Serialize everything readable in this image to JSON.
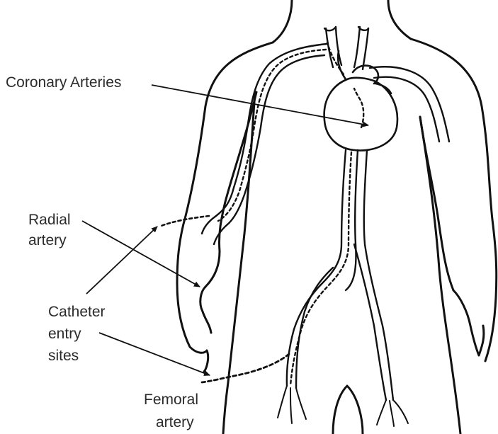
{
  "labels": {
    "coronary_arteries": "Coronary Arteries",
    "radial_line1": "Radial",
    "radial_line2": "artery",
    "catheter_line1": "Catheter",
    "catheter_line2": "entry",
    "catheter_line3": "sites",
    "femoral_line1": "Femoral",
    "femoral_line2": "artery"
  },
  "colors": {
    "ink": "#111111",
    "text": "#2b2b2b",
    "background": "#ffffff"
  }
}
